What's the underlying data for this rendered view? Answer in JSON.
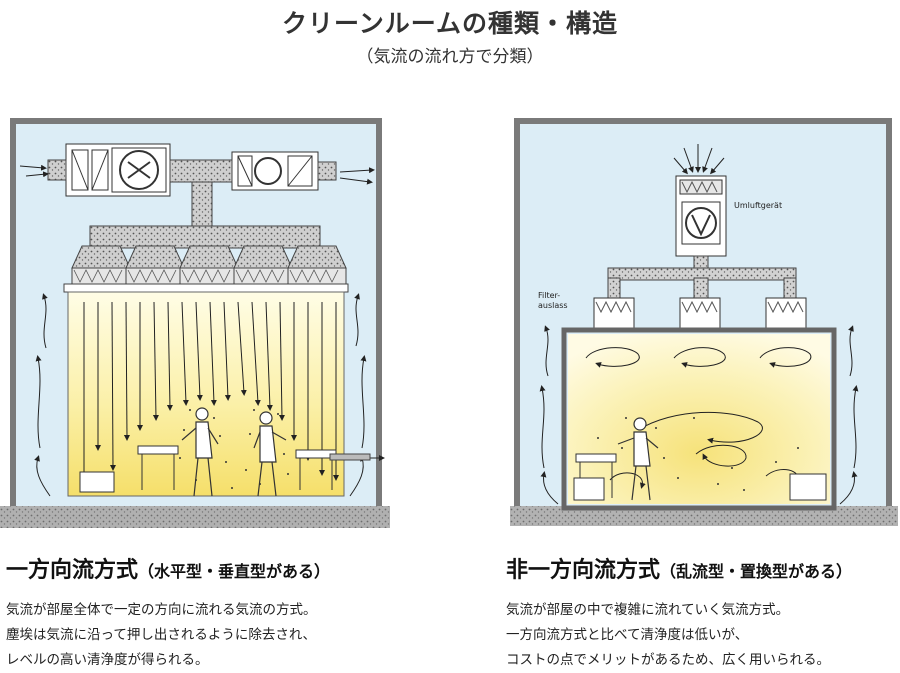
{
  "title": "クリーンルームの種類・構造",
  "subtitle": "（気流の流れ方で分類）",
  "left": {
    "heading": "一方向流方式",
    "heading_sub": "（水平型・垂直型がある）",
    "description": [
      "気流が部屋全体で一定の方向に流れる気流の方式。",
      "塵埃は気流に沿って押し出されるように除去され、",
      "レベルの高い清浄度が得られる。"
    ]
  },
  "right": {
    "heading": "非一方向流方式",
    "heading_sub": "（乱流型・置換型がある）",
    "description": [
      "気流が部屋の中で複雑に流れていく気流方式。",
      "一方向流方式と比べて清浄度は低いが、",
      "コストの点でメリットがあるため、広く用いられる。"
    ],
    "label_unit": "Umluftgerät",
    "label_filter_1": "Filter-",
    "label_filter_2": "auslass"
  },
  "colors": {
    "wall": "#7a7a7a",
    "sky": "#dcedf6",
    "room": "#fbf4c0",
    "duct": "#c8c8c8",
    "floor": "#8a8a8a"
  }
}
